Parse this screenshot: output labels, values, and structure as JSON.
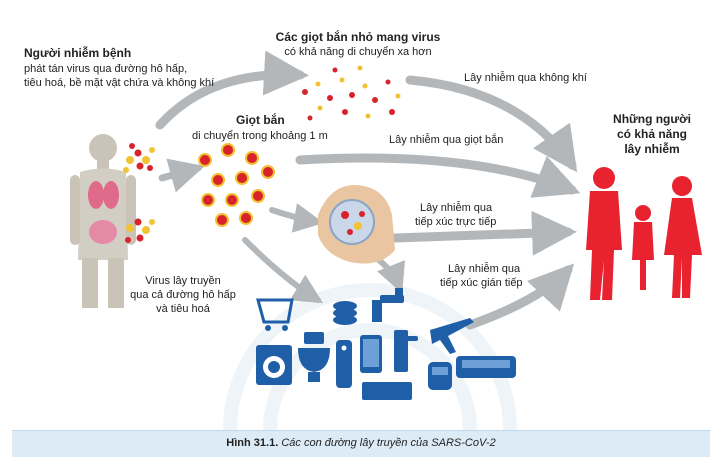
{
  "colors": {
    "virus_red": "#d8232a",
    "virus_yellow": "#f1c232",
    "person_red": "#e8232f",
    "device_blue": "#1f5fa8",
    "arrow_gray": "#b4b7ba",
    "caption_bg": "#dcebf6"
  },
  "source": {
    "title": "Người nhiễm bệnh",
    "line1": "phát tán virus qua đường hô hấp,",
    "line2": "tiêu hoá, bề mặt vật chứa và không khí"
  },
  "small_droplets": {
    "title": "Các giọt bắn nhỏ mang virus",
    "subtitle": "có khả năng di chuyển xa hơn"
  },
  "droplets": {
    "title": "Giọt bắn",
    "subtitle": "di chuyển trong khoảng 1 m"
  },
  "routes": {
    "air": "Lây nhiễm qua không khí",
    "droplet": "Lây nhiễm qua giọt bắn",
    "direct_line1": "Lây nhiễm qua",
    "direct_line2": "tiếp xúc trực tiếp",
    "indirect_line1": "Lây nhiễm qua",
    "indirect_line2": "tiếp xúc gián tiếp"
  },
  "digestive": {
    "line1": "Virus lây truyền",
    "line2": "qua cả đường hô hấp",
    "line3": "và tiêu hoá"
  },
  "target": {
    "line1": "Những người",
    "line2": "có khả năng",
    "line3": "lây nhiễm"
  },
  "caption": {
    "label": "Hình 31.1.",
    "text": "Các con đường lây truyền của SARS-CoV-2"
  }
}
